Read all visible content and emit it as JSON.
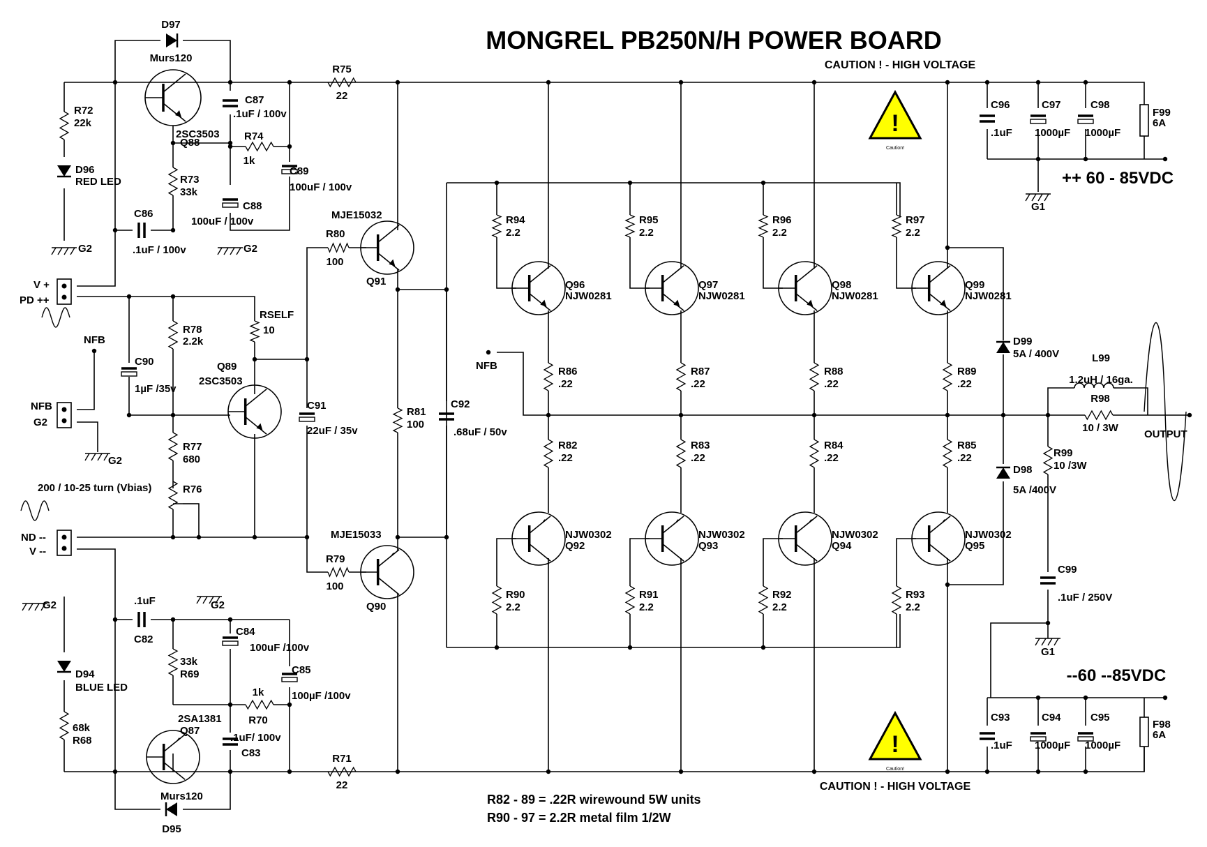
{
  "title": "MONGREL PB250N/H  POWER BOARD",
  "caution_top": "CAUTION ! - HIGH VOLTAGE",
  "caution_bottom": "CAUTION ! - HIGH VOLTAGE",
  "caution_icon_text": "Caution!",
  "caution_icon_glyph": "!",
  "supply_pos": "++ 60 - 85VDC",
  "supply_neg": "--60 --85VDC",
  "notes": [
    "R82 - 89 = .22R wirewound 5W units",
    "R90 - 97 = 2.2R metal film 1/2W"
  ],
  "colors": {
    "caution_fill": "#ffff00",
    "ink": "#000000"
  },
  "labels": {
    "d97": "D97",
    "d97v": "Murs120",
    "r72": "R72",
    "r72v": "22k",
    "q88": "Q88",
    "q88v": "2SC3503",
    "c87": "C87",
    "c87v": ".1uF / 100v",
    "r74": "R74",
    "r74v": "1k",
    "r73": "R73",
    "r73v": "33k",
    "c88": "C88",
    "c88v": "100uF / 100v",
    "c89": "C89",
    "c89v": "100uF / 100v",
    "d96": "D96",
    "d96v": "RED LED",
    "c86": "C86",
    "c86v": ".1uF / 100v",
    "g2a": "G2",
    "g2b": "G2",
    "g2c": "G2",
    "g2d": "G2",
    "g2e": "G2",
    "r75": "R75",
    "r75v": "22",
    "mje15032": "MJE15032",
    "q91": "Q91",
    "r80": "R80",
    "r80v": "100",
    "vplus": "V +",
    "pdpp": "PD ++",
    "r78": "R78",
    "r78v": "2.2k",
    "rself": "RSELF",
    "rselfv": "10",
    "c90": "C90",
    "c90v": "1µF /35v",
    "nfb_a": "NFB",
    "q89": "Q89",
    "q89v": "2SC3503",
    "c91": "C91",
    "c91v": "22uF / 35v",
    "nfb_b": "NFB",
    "g2f": "G2",
    "r77": "R77",
    "r77v": "680",
    "vbias": "200 / 10-25 turn (Vbias)",
    "r76": "R76",
    "ndmm": "ND --",
    "vminus": "V --",
    "mje15033": "MJE15033",
    "q90": "Q90",
    "r79": "R79",
    "r79v": "100",
    "r81": "R81",
    "r81v": "100",
    "c92": "C92",
    "c92v": ".68uF / 50v",
    "c82": "C82",
    "c82v": ".1uF",
    "c84": "C84",
    "c84v": "100uF /100v",
    "r69": "R69",
    "r69v": "33k",
    "c85": "C85",
    "c85v": "100µF /100v",
    "d94": "D94",
    "d94v": "BLUE LED",
    "q87": "Q87",
    "q87v": "2SA1381",
    "r70": "R70",
    "r70v": "1k",
    "c83": "C83",
    "c83v": ".1uF/ 100v",
    "r68": "R68",
    "r68v": "68k",
    "d95": "D95",
    "d95v": "Murs120",
    "r71": "R71",
    "r71v": "22",
    "nfb_c": "NFB",
    "r94": "R94",
    "r95": "R95",
    "r96": "R96",
    "r97": "R97",
    "r_top_v": "2.2",
    "q96": "Q96",
    "q97": "Q97",
    "q98": "Q98",
    "q99": "Q99",
    "njw0281": "NJW0281",
    "r86": "R86",
    "r87": "R87",
    "r88": "R88",
    "r89": "R89",
    "r_mid_v": ".22",
    "r82": "R82",
    "r83": "R83",
    "r84": "R84",
    "r85": "R85",
    "q92": "Q92",
    "q93": "Q93",
    "q94": "Q94",
    "q95": "Q95",
    "njw0302": "NJW0302",
    "r90": "R90",
    "r91": "R91",
    "r92": "R92",
    "r93": "R93",
    "d99": "D99",
    "d99v": "5A / 400V",
    "d98": "D98",
    "d98v": "5A /400V",
    "l99": "L99",
    "l99v": "1.2uH / 16ga.",
    "r98": "R98",
    "r98v": "10 / 3W",
    "output": "OUTPUT",
    "r99": "R99",
    "r99v": "10 /3W",
    "c99": "C99",
    "c99v": ".1uF / 250V",
    "g1a": "G1",
    "g1b": "G1",
    "c96": "C96",
    "c96v": ".1uF",
    "c97": "C97",
    "c97v": "1000µF",
    "c98": "C98",
    "c98v": "1000µF",
    "f99": "F99",
    "f99v": "6A",
    "c93": "C93",
    "c93v": ".1uF",
    "c94": "C94",
    "c94v": "1000µF",
    "c95": "C95",
    "c95v": "1000µF",
    "f98": "F98",
    "f98v": "6A"
  }
}
